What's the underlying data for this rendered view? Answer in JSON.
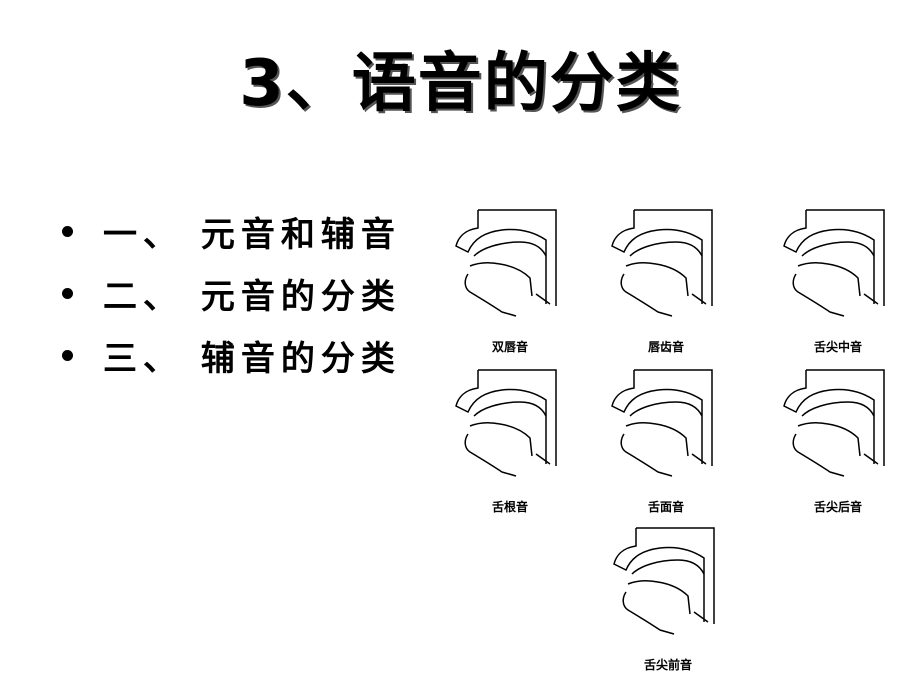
{
  "slide": {
    "title": "3、语音的分类",
    "bullets": [
      "一、 元音和辅音",
      "二、 元音的分类",
      "三、 辅音的分类"
    ]
  },
  "diagrams": [
    {
      "label": "双唇音"
    },
    {
      "label": "唇齿音"
    },
    {
      "label": "舌尖中音"
    },
    {
      "label": "舌根音"
    },
    {
      "label": "舌面音"
    },
    {
      "label": "舌尖后音"
    },
    {
      "label": "舌尖前音"
    }
  ]
}
